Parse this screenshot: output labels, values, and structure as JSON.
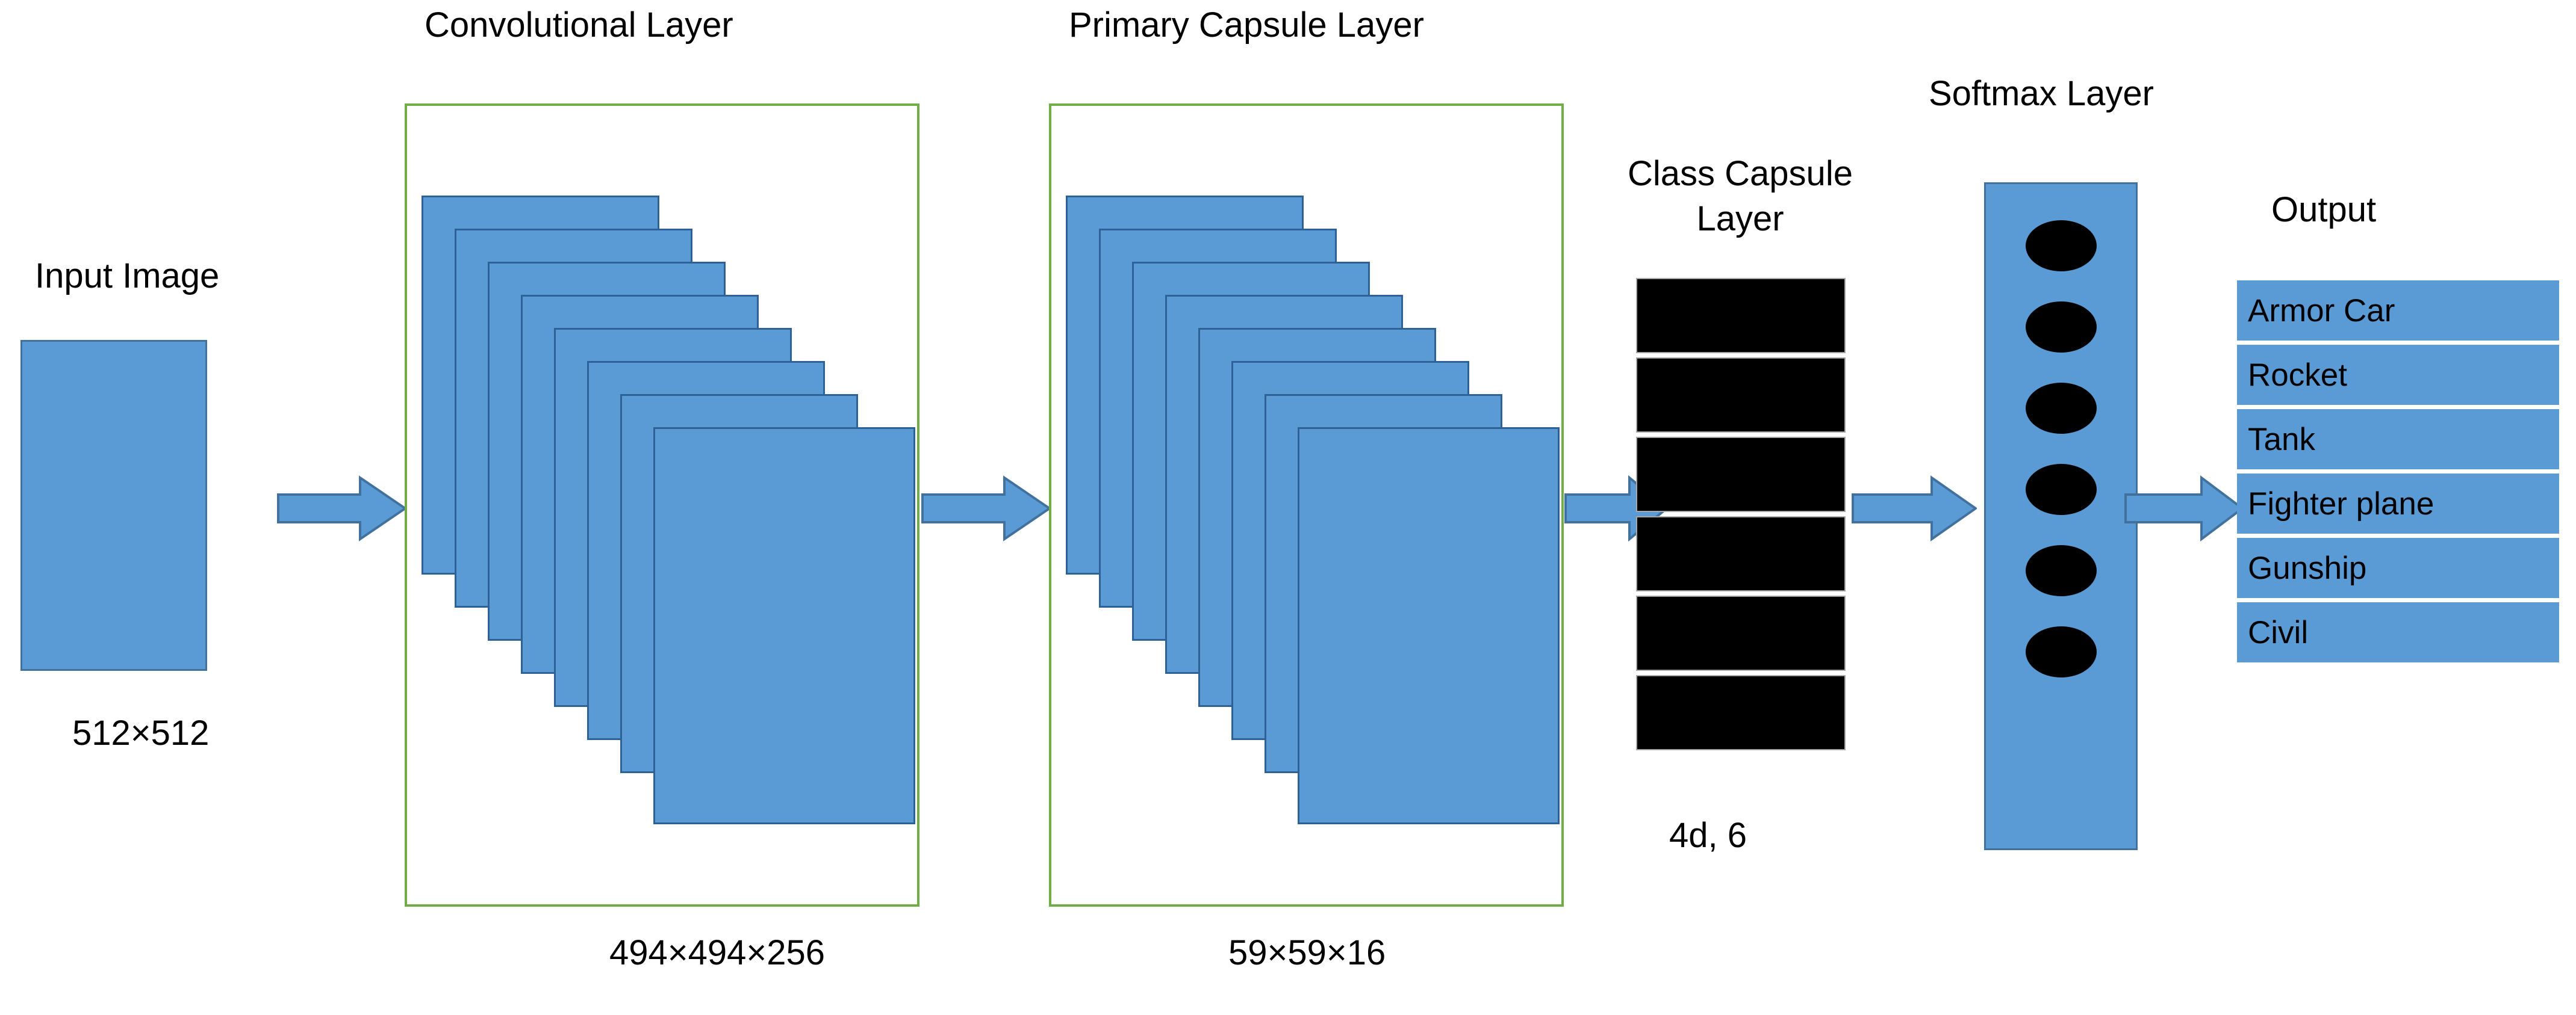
{
  "diagram": {
    "title_absent": true,
    "background_color": "#ffffff",
    "accent_blue": "#5B9BD5",
    "accent_blue_border": "#41719C",
    "group_border_green": "#70AD47",
    "capsule_black": "#000000",
    "capsule_border_gray": "#A6A6A6"
  },
  "stages": {
    "input": {
      "title": "Input Image",
      "caption": "512×512"
    },
    "conv": {
      "title": "Convolutional Layer",
      "caption": "494×494×256",
      "card_count": 8
    },
    "primary_capsule": {
      "title": "Primary Capsule Layer",
      "caption": "59×59×16",
      "card_count": 8
    },
    "class_capsule": {
      "title_line1": "Class Capsule",
      "title_line2": "Layer",
      "caption": "4d, 6",
      "bar_count": 6
    },
    "softmax": {
      "title": "Softmax Layer",
      "node_count": 6
    },
    "output": {
      "title": "Output",
      "classes": [
        "Armor Car",
        "Rocket",
        "Tank",
        "Fighter plane",
        "Gunship",
        "Civil"
      ]
    }
  },
  "arrows": {
    "count": 5,
    "direction": "right",
    "labels": [
      "input-to-conv",
      "conv-to-primary-capsule",
      "primary-capsule-to-class-capsule",
      "class-capsule-to-softmax",
      "softmax-to-output"
    ]
  }
}
